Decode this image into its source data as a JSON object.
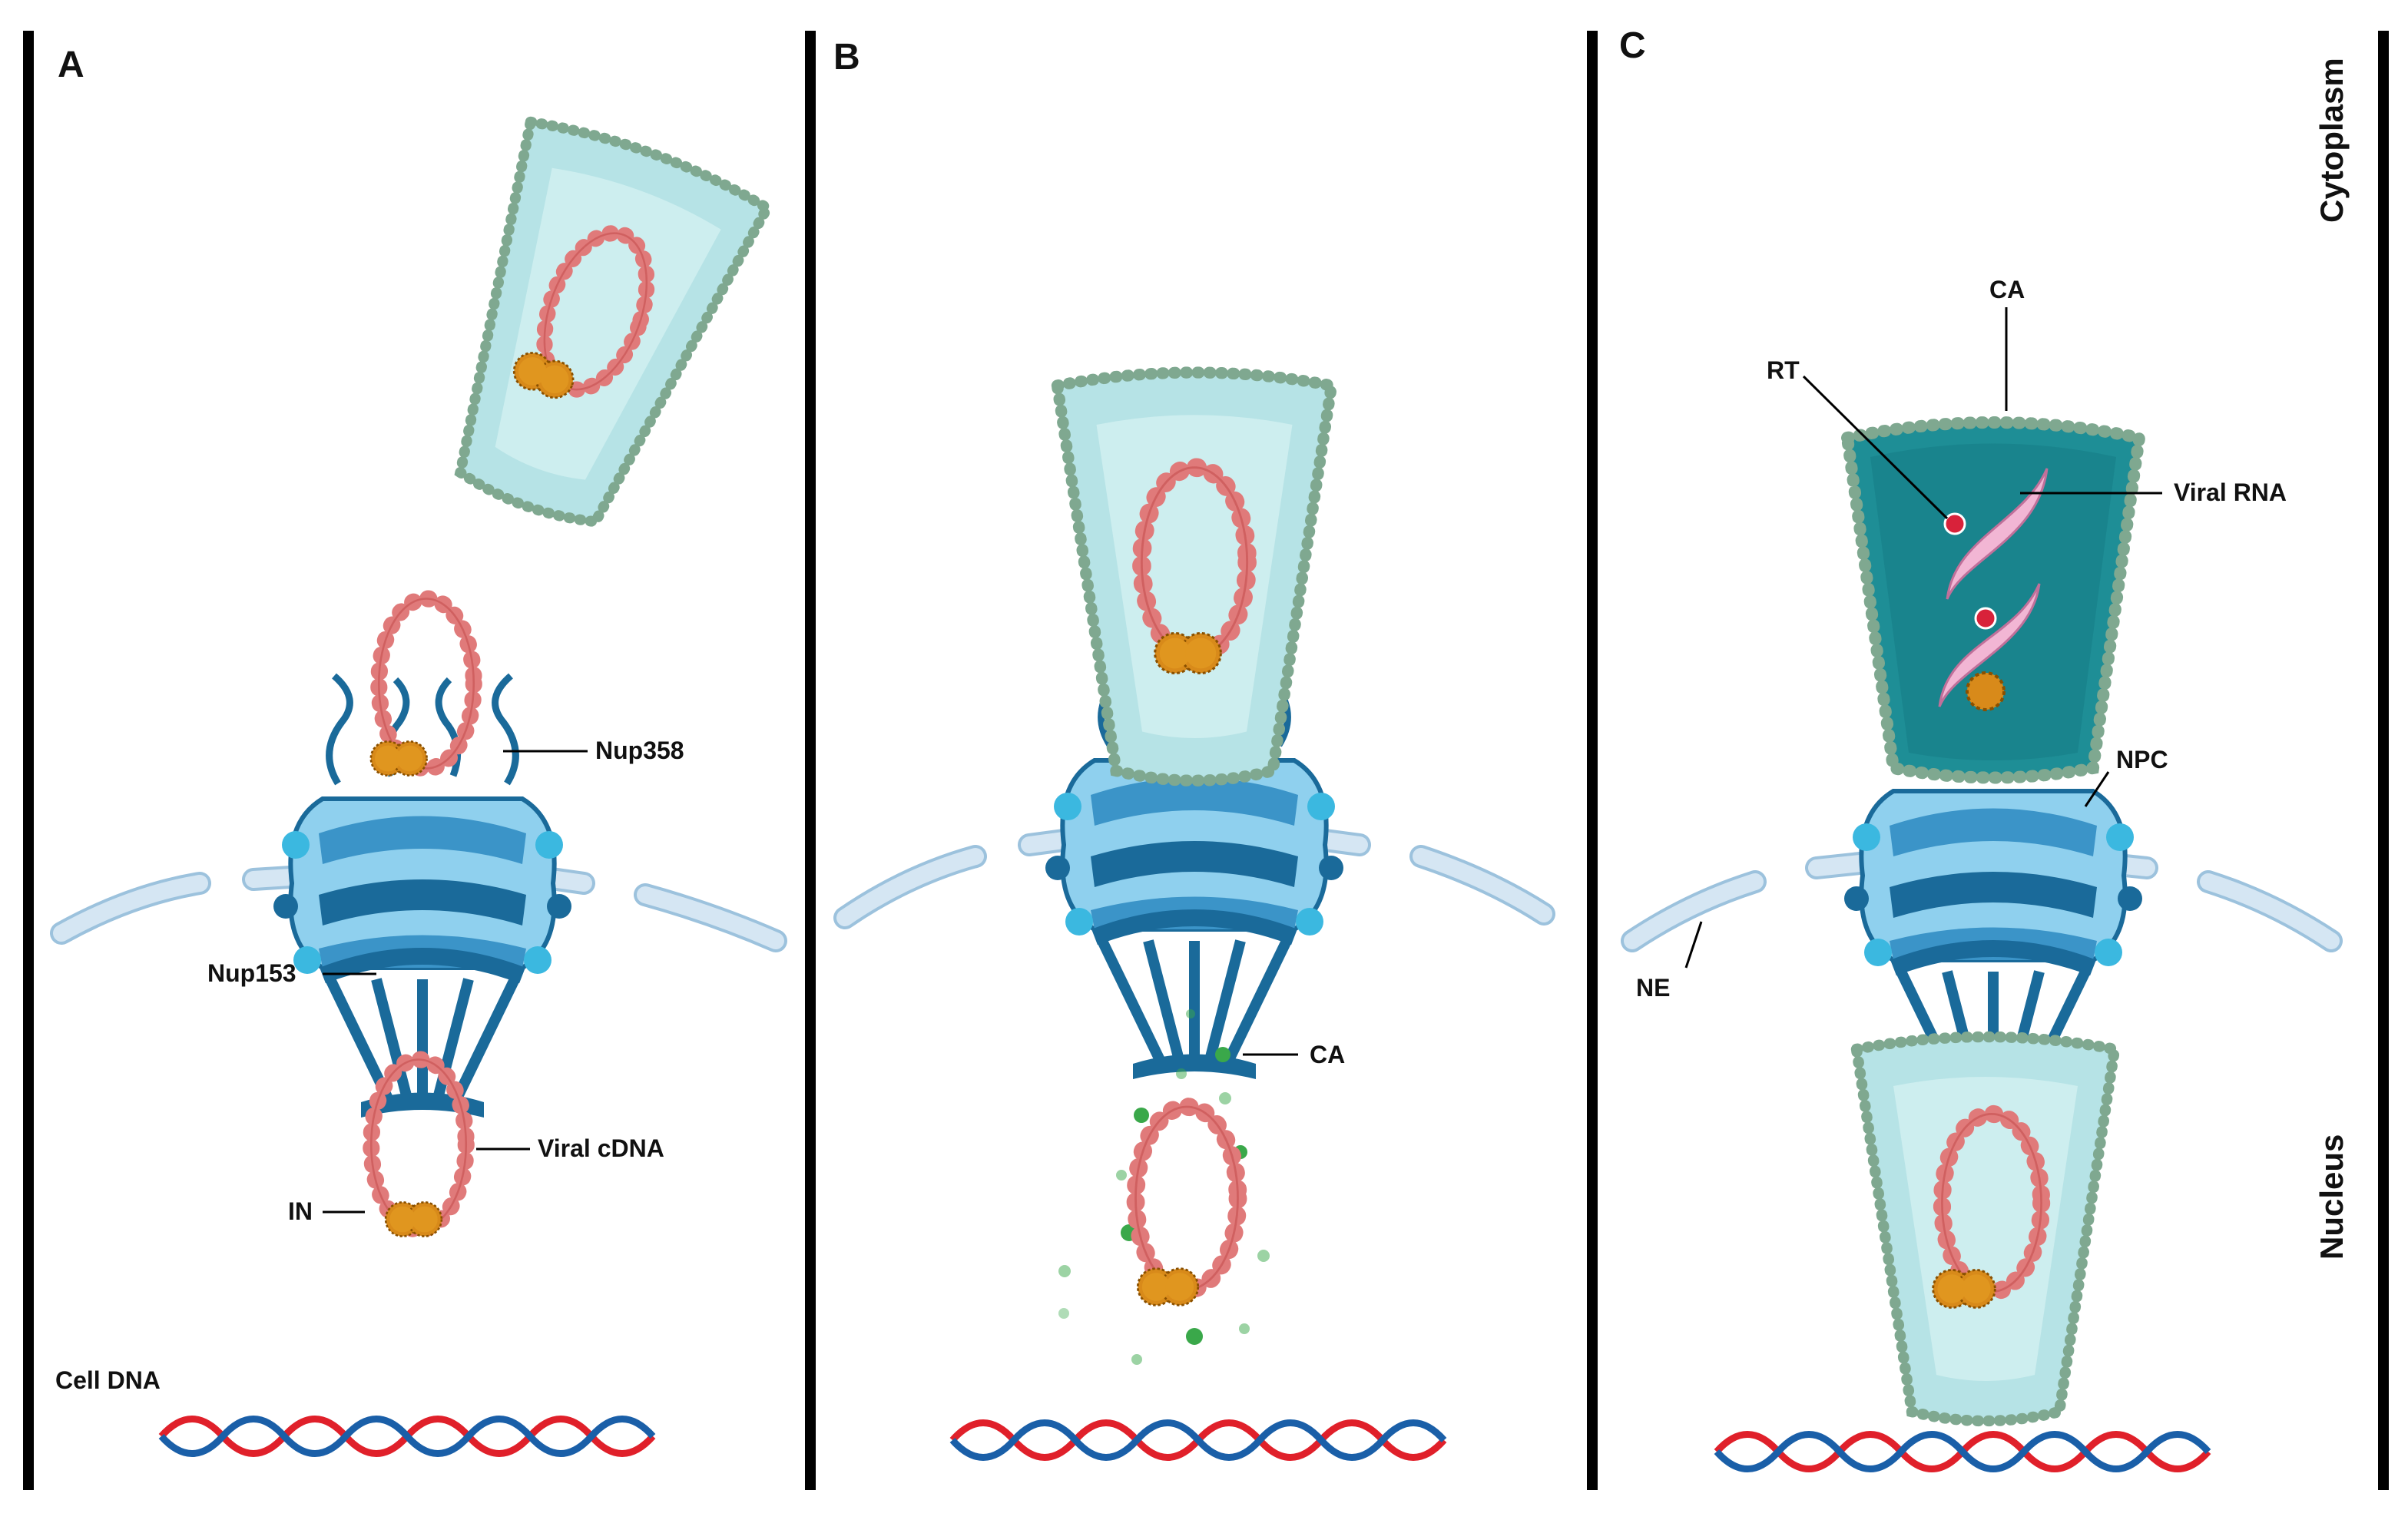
{
  "panels": [
    {
      "letter": "A"
    },
    {
      "letter": "B"
    },
    {
      "letter": "C"
    }
  ],
  "labels": {
    "nup358": "Nup358",
    "nup153": "Nup153",
    "viral_cdna": "Viral cDNA",
    "in": "IN",
    "cell_dna": "Cell DNA",
    "ca_b": "CA",
    "ca_c": "CA",
    "rt": "RT",
    "viral_rna": "Viral RNA",
    "npc": "NPC",
    "ne": "NE",
    "cytoplasm": "Cytoplasm",
    "nucleus": "Nucleus"
  },
  "colors": {
    "capsid_light": "#b6e3e6",
    "capsid_dark": "#1e8e96",
    "capsid_dots": "#7fa890",
    "cdna": "#e07a7a",
    "integrase": "#d88a1a",
    "npc_light": "#8fd0ee",
    "npc_dark": "#1a6a9a",
    "envelope": "#d5e6f3",
    "dna_red": "#e0202a",
    "dna_blue": "#1a5fa8",
    "free_ca": "#3aa84a",
    "viral_rna": "#f2b6d4"
  }
}
